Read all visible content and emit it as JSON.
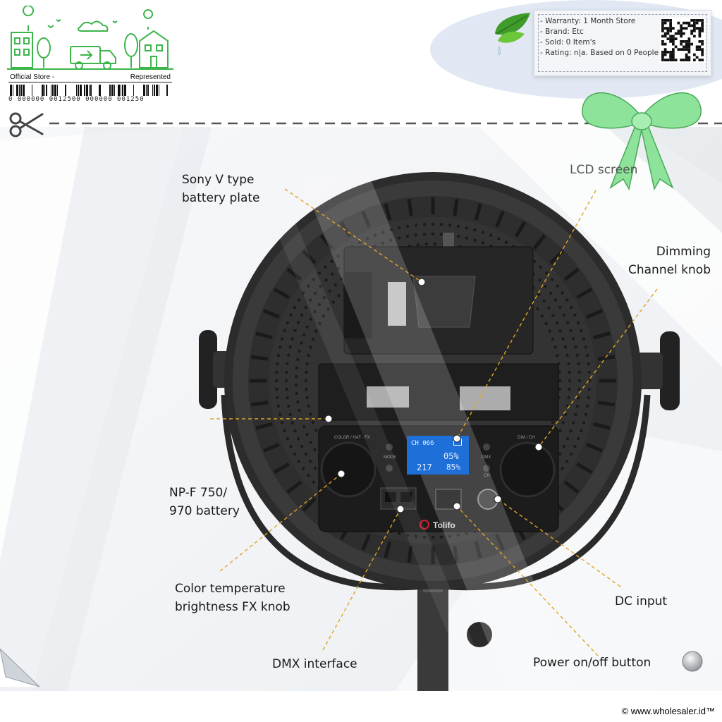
{
  "badge": {
    "store_label": "Official Store -",
    "represented_label": "Represented",
    "barcode_number": "0 000000 0012500 000000 001250"
  },
  "info_box": {
    "items": [
      "- Warranty: 1 Month Store",
      "- Brand: Etc",
      "- Sold: 0 Item's",
      "- Rating: n|a. Based on 0 People"
    ]
  },
  "callouts": {
    "sony_v_type": "Sony V type battery plate",
    "lcd_screen": "LCD screen",
    "dimming_channel_knob": "Dimming Channel knob",
    "npf_battery": "NP-F 750/ 970 battery",
    "color_temperature_knob": "Color temperature brightness FX knob",
    "dc_input": "DC input",
    "dmx_interface": "DMX interface",
    "power_button": "Power on/off button"
  },
  "device": {
    "brand": "Tolifo",
    "left_panel_label": "COLOR / HAT · FX",
    "right_panel_label": "DIM / CH",
    "mode_label": "MODE",
    "dmx_label": "DMX",
    "ch_label": "CH",
    "lcd": {
      "channel": "CH 066",
      "brightness": "05%",
      "hue": "217",
      "saturation": "85%"
    }
  },
  "footer": {
    "copyright": "© www.wholesaler.id™"
  },
  "colors": {
    "badge_green": "#3cb54a",
    "lcd_blue": "#1e6fd8",
    "leader_line": "#e0a526",
    "bow_green": "#8ee39a"
  }
}
